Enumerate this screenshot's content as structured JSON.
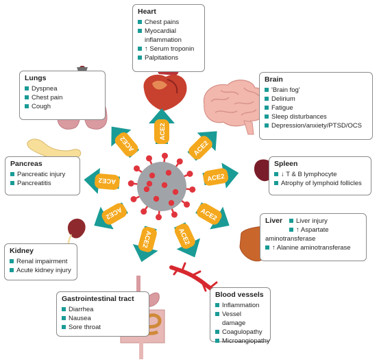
{
  "receptor_label": "ACE2",
  "colors": {
    "accent_teal": "#1a9b96",
    "ace2_orange": "#f4a81d",
    "virus_gray": "#a0a4a8",
    "virus_red": "#e0353d"
  },
  "organs": {
    "heart": {
      "title": "Heart",
      "items": [
        "Chest pains",
        "Myocardial inflammation",
        "↑ Serum troponin",
        "Palpitations"
      ]
    },
    "brain": {
      "title": "Brain",
      "items": [
        "'Brain fog'",
        "Delirium",
        "Fatigue",
        "Sleep disturbances",
        "Depression/anxiety/PTSD/OCS"
      ]
    },
    "lungs": {
      "title": "Lungs",
      "items": [
        "Dyspnea",
        "Chest pain",
        "Cough"
      ]
    },
    "pancreas": {
      "title": "Pancreas",
      "items": [
        "Pancreatic injury",
        "Pancreatitis"
      ]
    },
    "spleen": {
      "title": "Spleen",
      "items": [
        "↓ T & B lymphocyte",
        "Atrophy of lymphoid follicles"
      ]
    },
    "liver": {
      "title": "Liver",
      "items": [
        "Liver injury",
        "↑ Aspartate",
        "aminotransferase",
        "↑ Alanine aminotransferase"
      ]
    },
    "kidney": {
      "title": "Kidney",
      "items": [
        "Renal impairment",
        "Acute kidney injury"
      ]
    },
    "gi": {
      "title": "Gastrointestinal tract",
      "items": [
        "Diarrhea",
        "Nausea",
        "Sore throat"
      ]
    },
    "blood": {
      "title": "Blood vessels",
      "items": [
        "Inflammation",
        "Vessel damage",
        "Coagulopathy",
        "Microangiopathy"
      ]
    }
  }
}
